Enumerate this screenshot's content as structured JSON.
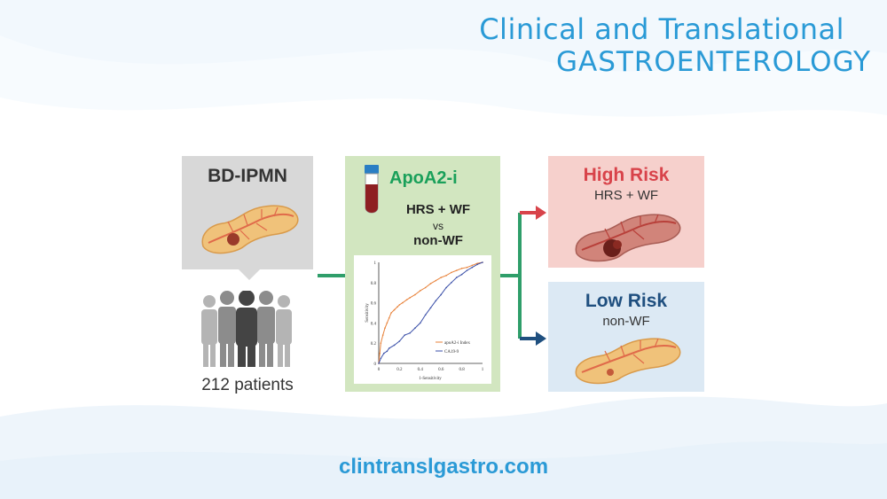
{
  "header": {
    "journal_line1": "Clinical and Translational",
    "journal_line2": "GASTROENTEROLOGY"
  },
  "left_panel": {
    "title": "BD-IPMN",
    "patients_label": "212 patients"
  },
  "middle_panel": {
    "title": "ApoA2-i",
    "comparison_a": "HRS + WF",
    "vs_label": "vs",
    "comparison_b": "non-WF"
  },
  "chart_data": {
    "type": "line",
    "xlabel": "1-Sensitivity",
    "ylabel": "Sensitivity",
    "xlim": [
      0,
      1
    ],
    "ylim": [
      0,
      1
    ],
    "x_ticks": [
      "0",
      "0.2",
      "0.4",
      "0.6",
      "0.8",
      "1"
    ],
    "y_ticks": [
      "0",
      "0.2",
      "0.4",
      "0.6",
      "0.8",
      "1"
    ],
    "legend_position": "bottom-right",
    "series": [
      {
        "name": "apoA2-i Index",
        "color": "#e8823a",
        "x": [
          0,
          0.01,
          0.02,
          0.04,
          0.06,
          0.08,
          0.1,
          0.12,
          0.15,
          0.18,
          0.2,
          0.23,
          0.27,
          0.3,
          0.35,
          0.4,
          0.45,
          0.5,
          0.55,
          0.6,
          0.65,
          0.7,
          0.75,
          0.8,
          0.85,
          0.9,
          0.95,
          1
        ],
        "y": [
          0,
          0.1,
          0.2,
          0.28,
          0.35,
          0.4,
          0.45,
          0.5,
          0.53,
          0.56,
          0.58,
          0.6,
          0.63,
          0.65,
          0.68,
          0.72,
          0.75,
          0.79,
          0.82,
          0.85,
          0.87,
          0.9,
          0.92,
          0.94,
          0.95,
          0.97,
          0.99,
          1
        ]
      },
      {
        "name": "CA19-9",
        "color": "#3a4fa8",
        "x": [
          0,
          0.02,
          0.05,
          0.08,
          0.1,
          0.15,
          0.2,
          0.25,
          0.3,
          0.35,
          0.4,
          0.45,
          0.5,
          0.55,
          0.6,
          0.65,
          0.7,
          0.75,
          0.8,
          0.85,
          0.9,
          0.95,
          1
        ],
        "y": [
          0,
          0.05,
          0.1,
          0.12,
          0.15,
          0.18,
          0.22,
          0.28,
          0.3,
          0.35,
          0.4,
          0.48,
          0.55,
          0.62,
          0.68,
          0.75,
          0.8,
          0.85,
          0.88,
          0.92,
          0.95,
          0.98,
          1
        ]
      }
    ]
  },
  "right_panels": {
    "high_risk": {
      "title": "High Risk",
      "subtitle": "HRS + WF",
      "color": "#d8434a"
    },
    "low_risk": {
      "title": "Low Risk",
      "subtitle": "non-WF",
      "color": "#1f4f7f"
    }
  },
  "footer": {
    "url": "clintranslgastro.com"
  }
}
